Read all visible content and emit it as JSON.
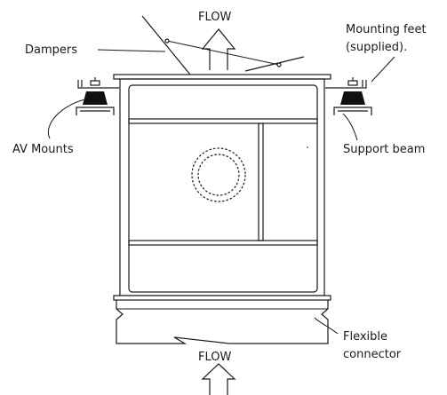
{
  "labels": {
    "flow_top": "FLOW",
    "flow_bottom": "FLOW",
    "dampers": "Dampers",
    "mounting_feet_line1": "Mounting feet",
    "mounting_feet_line2": "(supplied).",
    "av_mounts": "AV Mounts",
    "support_beam": "Support beam",
    "flexible_connector_line1": "Flexible",
    "flexible_connector_line2": "connector"
  },
  "colors": {
    "line": "#1a1a1a",
    "mount_rubber": "#111111",
    "background": "#ffffff"
  }
}
